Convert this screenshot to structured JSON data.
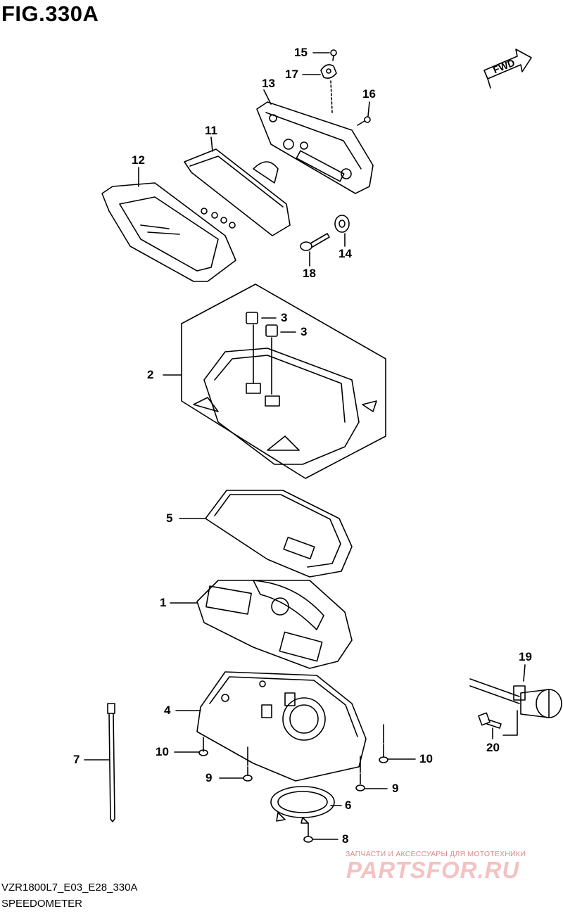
{
  "figure": {
    "title": "FIG.330A",
    "direction_tag": "FWD"
  },
  "callouts": [
    {
      "id": "c15",
      "text": "15"
    },
    {
      "id": "c17",
      "text": "17"
    },
    {
      "id": "c13",
      "text": "13"
    },
    {
      "id": "c16",
      "text": "16"
    },
    {
      "id": "c11",
      "text": "11"
    },
    {
      "id": "c12",
      "text": "12"
    },
    {
      "id": "c14",
      "text": "14"
    },
    {
      "id": "c18",
      "text": "18"
    },
    {
      "id": "c3a",
      "text": "3"
    },
    {
      "id": "c3b",
      "text": "3"
    },
    {
      "id": "c2",
      "text": "2"
    },
    {
      "id": "c5",
      "text": "5"
    },
    {
      "id": "c1",
      "text": "1"
    },
    {
      "id": "c19",
      "text": "19"
    },
    {
      "id": "c4",
      "text": "4"
    },
    {
      "id": "c20",
      "text": "20"
    },
    {
      "id": "c7",
      "text": "7"
    },
    {
      "id": "c10a",
      "text": "10"
    },
    {
      "id": "c10b",
      "text": "10"
    },
    {
      "id": "c9a",
      "text": "9"
    },
    {
      "id": "c9b",
      "text": "9"
    },
    {
      "id": "c6",
      "text": "6"
    },
    {
      "id": "c8",
      "text": "8"
    }
  ],
  "footer": {
    "model_code": "VZR1800L7_E03_E28_330A",
    "section_name": "SPEEDOMETER"
  },
  "watermark": {
    "tagline": "ЗАПЧАСТИ И АКСЕССУАРЫ ДЛЯ МОТОТЕХНИКИ",
    "brand": "PARTSFOR.RU"
  }
}
